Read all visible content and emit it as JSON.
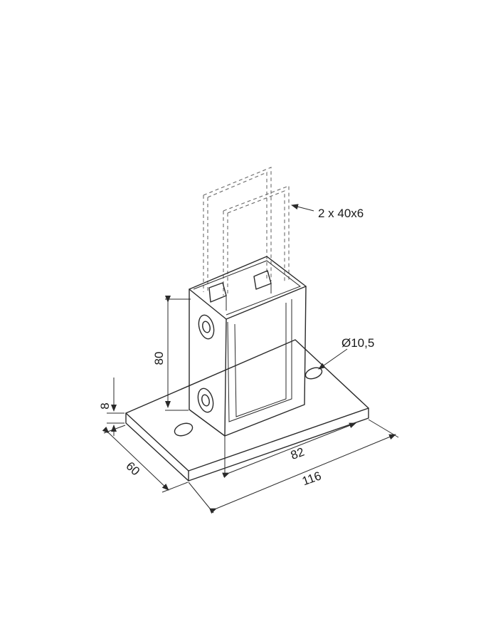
{
  "dimensions": {
    "profile": "2 x 40x6",
    "hole_diameter": "Ø10,5",
    "height": "80",
    "plate_thickness": "8",
    "plate_depth": "60",
    "inner_width": "82",
    "plate_length": "116"
  },
  "colors": {
    "line": "#2a2a2a",
    "hidden_line": "#6a6a6a",
    "background": "#ffffff"
  }
}
